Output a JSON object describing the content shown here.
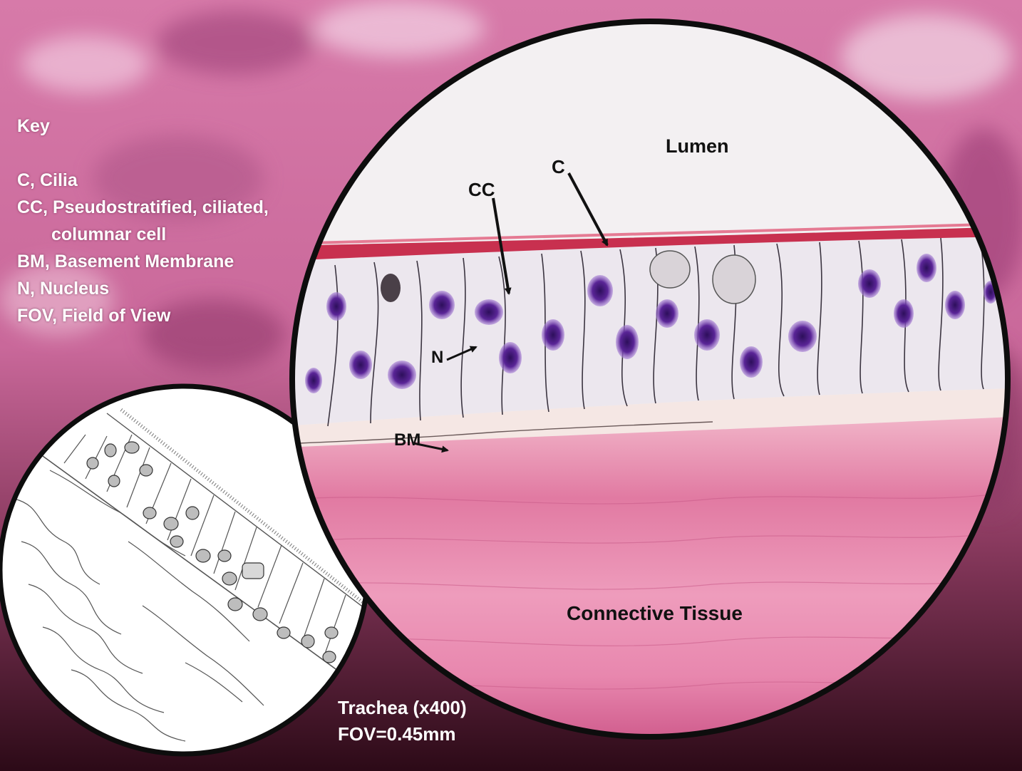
{
  "key": {
    "title": "Key",
    "items": [
      "C, Cilia",
      "CC, Pseudostratified, ciliated,",
      "columnar cell",
      "BM, Basement Membrane",
      "N, Nucleus",
      "FOV, Field of View"
    ]
  },
  "labels": {
    "lumen": "Lumen",
    "cilia": "C",
    "columnar_cell": "CC",
    "nucleus": "N",
    "basement_membrane": "BM",
    "connective_tissue": "Connective Tissue"
  },
  "caption": {
    "line1": "Trachea (x400)",
    "line2": "FOV=0.45mm"
  },
  "colors": {
    "lumen": "#f2eff1",
    "cilia": "#c8304f",
    "nucleus": "#5a2597",
    "connective": "#e77aa8",
    "background": "#d36ea3"
  }
}
